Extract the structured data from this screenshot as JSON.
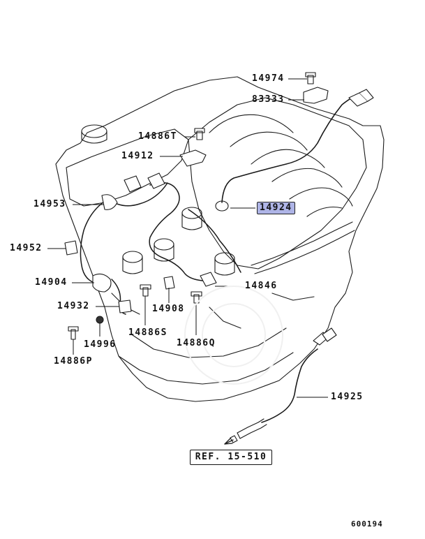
{
  "diagram_id": "600194",
  "reference": "REF. 15-510",
  "highlight_color": "#aeb4e6",
  "callouts": {
    "p14974": "14974",
    "p83333": "83333",
    "p14886T": "14886T",
    "p14912": "14912",
    "p14953": "14953",
    "p14924": "14924",
    "p14952": "14952",
    "p14904": "14904",
    "p14846": "14846",
    "p14932": "14932",
    "p14908": "14908",
    "p14996": "14996",
    "p14886S": "14886S",
    "p14886Q": "14886Q",
    "p14886P": "14886P",
    "p14925": "14925"
  }
}
